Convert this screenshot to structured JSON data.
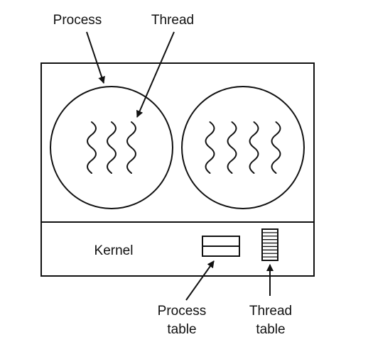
{
  "labels": {
    "process": "Process",
    "thread": "Thread",
    "kernel": "Kernel",
    "process_table_line1": "Process",
    "process_table_line2": "table",
    "thread_table_line1": "Thread",
    "thread_table_line2": "table"
  },
  "processes": [
    {
      "threads": 3
    },
    {
      "threads": 4
    }
  ],
  "thread_table_rows": 9,
  "colors": {
    "ink": "#111111",
    "background": "#ffffff"
  }
}
